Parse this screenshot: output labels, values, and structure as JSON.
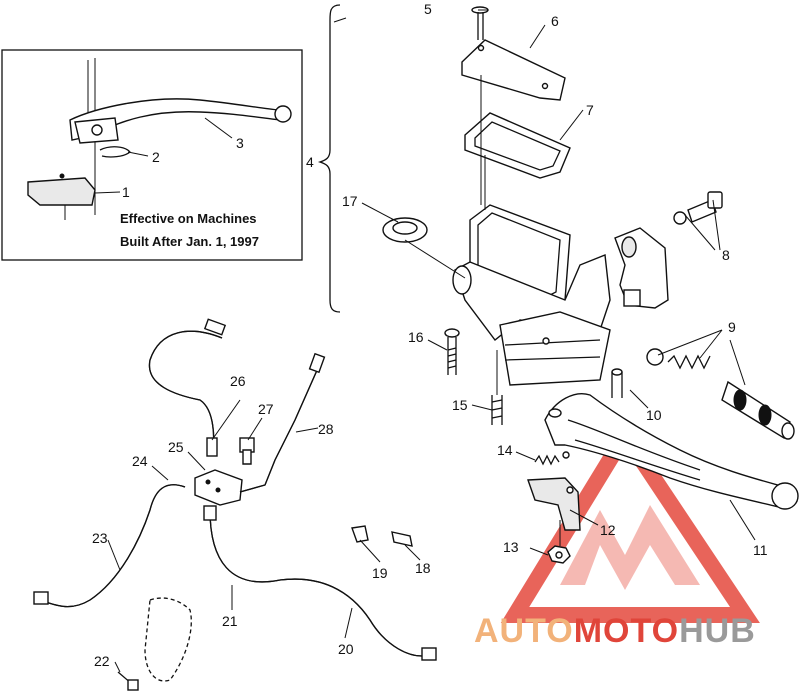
{
  "inset": {
    "note_line1": "Effective on Machines",
    "note_line2": "Built After Jan. 1, 1997"
  },
  "callouts": {
    "c1": "1",
    "c2": "2",
    "c3": "3",
    "c4": "4",
    "c5": "5",
    "c6": "6",
    "c7": "7",
    "c8": "8",
    "c9": "9",
    "c10": "10",
    "c11": "11",
    "c12": "12",
    "c13": "13",
    "c14": "14",
    "c15": "15",
    "c16": "16",
    "c17": "17",
    "c18": "18",
    "c19": "19",
    "c20": "20",
    "c21": "21",
    "c22": "22",
    "c23": "23",
    "c24": "24",
    "c25": "25",
    "c26": "26",
    "c27": "27",
    "c28": "28"
  },
  "watermark": {
    "part1": "AUTO",
    "part2": "MOTO",
    "part3": "HUB",
    "color_light": "#f2b27a",
    "color_red": "#e0453a",
    "color_dark": "#9a9a9a"
  }
}
